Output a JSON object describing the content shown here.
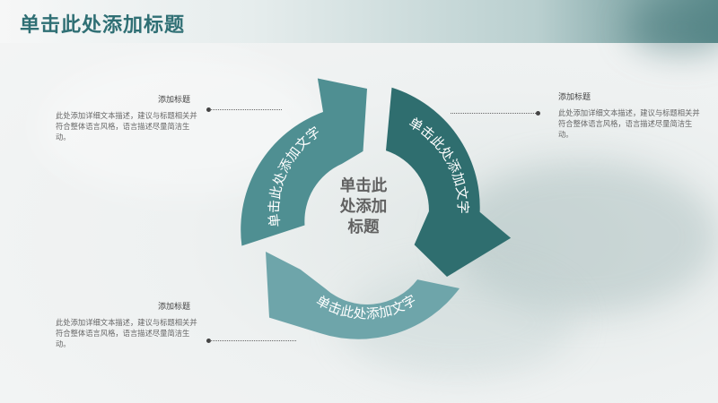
{
  "page_title": "单击此处添加标题",
  "center_title": [
    "单击此",
    "处添加",
    "标题"
  ],
  "arrows": [
    {
      "label": "单击此处添加文字",
      "color": "#4f8f92"
    },
    {
      "label": "单击此处添加文字",
      "color": "#2f6e6f"
    },
    {
      "label": "单击此处添加文字",
      "color": "#6ea5aa"
    }
  ],
  "text_blocks": {
    "top_left": {
      "heading": "添加标题",
      "body": "此处添加详细文本描述，建议与标题相关并符合整体语言风格，语言描述尽量简洁生动。"
    },
    "top_right": {
      "heading": "添加标题",
      "body": "此处添加详细文本描述，建议与标题相关并符合整体语言风格，语言描述尽量简洁生动。"
    },
    "bottom_left": {
      "heading": "添加标题",
      "body": "此处添加详细文本描述，建议与标题相关并符合整体语言风格，语言描述尽量简洁生动。"
    }
  },
  "colors": {
    "title": "#2f6f74",
    "center_text": "#616161"
  }
}
